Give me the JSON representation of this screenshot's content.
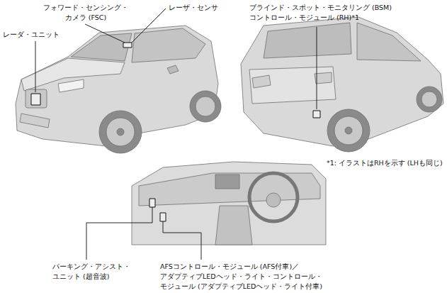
{
  "diagram": {
    "labels": [
      "フォワード・センシング・カメラ (FSC)",
      "レーザ・センサ",
      "レーダ・ユニット",
      "ブラインド・スポット・モニタリング (BSM) コントロール・モジュール (RH)*1",
      "*1: イラストはRHを示す (LHも同じ)",
      "パーキング・アシスト・ ユニット (超音波)",
      "AFSコントロール・モジュール (AFS付車)／ アダプティブLEDヘッド・ライト・コントロール・ モジュール (アダプティブLEDヘッド・ライト付車)"
    ]
  }
}
